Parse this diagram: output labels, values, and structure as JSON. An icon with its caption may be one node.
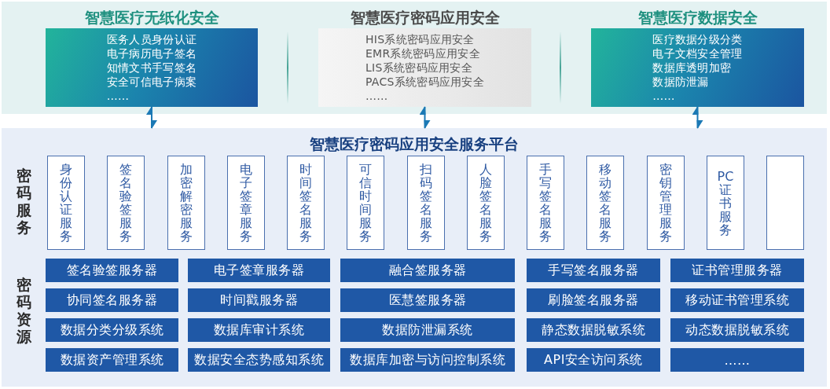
{
  "diagram": {
    "nodes": [
      {
        "text": [],
        "shape": "band"
      },
      {
        "text": [
          "智慧医疗无纸化安全",
          "医务人员身份认证",
          "电子病历电子签名",
          "知情文书手写签名",
          "安全可信电子病案",
          "……"
        ],
        "in": 0
      },
      {
        "text": [
          "智慧医疗密码应用安全",
          "HIS系统密码应用安全",
          "EMR系统密码应用安全",
          "LIS系统密码应用安全",
          "PACS系统密码应用安全",
          "……"
        ],
        "in": 0
      },
      {
        "text": [
          "智慧医疗数据安全",
          "医疗数据分级分类",
          "电子文档安全管理",
          "数据库透明加密",
          "数据防泄漏",
          "……"
        ],
        "in": 0
      },
      {
        "text": [
          "智慧医疗密码应用安全服务平台"
        ]
      },
      {
        "text": [
          "身份认证服务"
        ],
        "in": 4
      },
      {
        "text": [
          "签名验签服务"
        ],
        "in": 4
      },
      {
        "text": [
          "加密解密服务"
        ],
        "in": 4
      },
      {
        "text": [
          "电子签章服务"
        ],
        "in": 4
      },
      {
        "text": [
          "时间签名服务"
        ],
        "in": 4
      },
      {
        "text": [
          "可信时间服务"
        ],
        "in": 4
      },
      {
        "text": [
          "扫码签名服务"
        ],
        "in": 4
      },
      {
        "text": [
          "人脸签名服务"
        ],
        "in": 4
      },
      {
        "text": [
          "手写签名服务"
        ],
        "in": 4
      },
      {
        "text": [
          "移动签名服务"
        ],
        "in": 4
      },
      {
        "text": [
          "密钥管理服务"
        ],
        "in": 4
      },
      {
        "text": [
          "PC证书服务"
        ],
        "in": 4
      },
      {
        "text": [],
        "shape": "box",
        "in": 4
      },
      {
        "text": [
          "签名验签服务器"
        ],
        "in": 4
      },
      {
        "text": [
          "电子签章服务器"
        ],
        "in": 4
      },
      {
        "text": [
          "融合签服务器"
        ],
        "in": 4
      },
      {
        "text": [
          "手写签名服务器"
        ],
        "in": 4
      },
      {
        "text": [
          "证书管理服务器"
        ],
        "in": 4
      },
      {
        "text": [
          "协同签名服务器"
        ],
        "in": 4
      },
      {
        "text": [
          "时间戳服务器"
        ],
        "in": 4
      },
      {
        "text": [
          "医慧签服务器"
        ],
        "in": 4
      },
      {
        "text": [
          "刷脸签名服务器"
        ],
        "in": 4
      },
      {
        "text": [
          "移动证书管理系统"
        ],
        "in": 4
      },
      {
        "text": [
          "数据分类分级系统"
        ],
        "in": 4
      },
      {
        "text": [
          "数据库审计系统"
        ],
        "in": 4
      },
      {
        "text": [
          "数据防泄漏系统"
        ],
        "in": 4
      },
      {
        "text": [
          "静态数据脱敏系统"
        ],
        "in": 4
      },
      {
        "text": [
          "动态数据脱敏系统"
        ],
        "in": 4
      },
      {
        "text": [
          "数据资产管理系统"
        ],
        "in": 4
      },
      {
        "text": [
          "数据安全态势感知系统"
        ],
        "in": 4
      },
      {
        "text": [
          "数据库加密与访问控制系统"
        ],
        "in": 4
      },
      {
        "text": [
          "API安全访问系统"
        ],
        "in": 4
      },
      {
        "text": [
          "……"
        ],
        "in": 4
      }
    ],
    "edges": [
      {
        "from": 1,
        "to": 4,
        "arrow": "both"
      },
      {
        "from": 2,
        "to": 4,
        "arrow": "both"
      },
      {
        "from": 3,
        "to": 4,
        "arrow": "both"
      }
    ],
    "labels": [
      "密码服务",
      "密码资源"
    ]
  }
}
